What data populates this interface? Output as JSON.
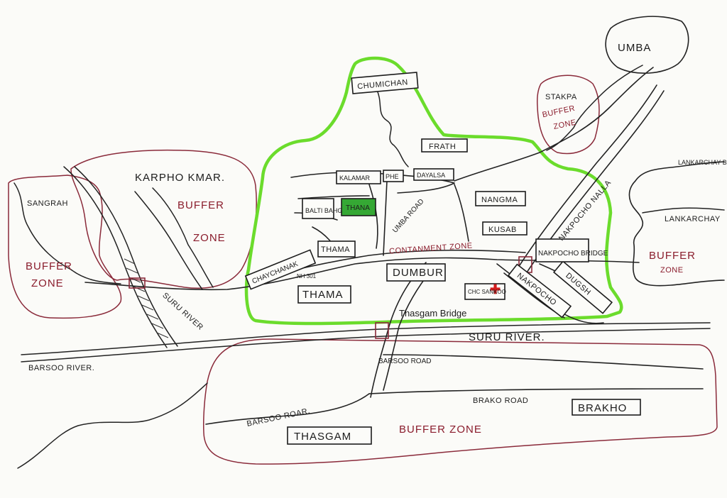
{
  "zones": {
    "containment": "CONTANMENT ZONE",
    "buffer_left_a": "BUFFER",
    "buffer_left_b": "ZONE",
    "buffer_karpho_a": "BUFFER",
    "buffer_karpho_b": "ZONE",
    "buffer_stakpa_a": "BUFFER",
    "buffer_stakpa_b": "ZONE",
    "buffer_right_a": "BUFFER",
    "buffer_right_b": "ZONE",
    "buffer_south": "BUFFER ZONE"
  },
  "places": {
    "umba": "UMBA",
    "stakpa": "STAKPA",
    "lankarchay_top": "LANKARCHAY BROK",
    "lankarchay": "LANKARCHAY",
    "sangrah": "SANGRAH",
    "karpho_kmar": "KARPHO KMAR.",
    "chumichan": "CHUMICHAN",
    "frath": "FRATH",
    "kalamar": "KALAMAR",
    "phe": "PHE",
    "dayalsa": "DAYALSA",
    "balti_bahg": "BALTI BAHG",
    "thana": "THANA",
    "nangma": "NANGMA",
    "kusab": "KUSAB",
    "chaychanak": "CHAYCHANAK",
    "thama_1": "THAMA",
    "thama_2": "THAMA",
    "dumbur": "DUMBUR",
    "chc_sankoo": "CHC SANKOO",
    "nakpocho": "NAKPOCHO",
    "dugsh": "DUGSH",
    "nakpocho_bridge": "NAKPOCHO BRIDGE",
    "brakho": "BRAKHO",
    "thasgam": "THASGAM"
  },
  "roads": {
    "umba_road": "UMBA ROAD",
    "nakpocho_nalla": "NAKPOCHO NALLA",
    "nh": "NH 301",
    "thasgam_bridge": "Thasgam Bridge",
    "barsoo_road_north": "BARSOO ROAD",
    "barsoo_road_south": "BARSOO ROAR.",
    "brako_road": "BRAKO ROAD"
  },
  "rivers": {
    "suru_river": "SURU RIVER.",
    "suru_river_diag": "SURU RIVER",
    "barsoo_river": "BARSOO RIVER."
  },
  "colors": {
    "containment_outline": "#6bdc2c",
    "buffer_outline": "#8a2a3a",
    "buffer_text": "#8a1c2c",
    "thana_fill": "#35a834",
    "chc_cross": "#d21d1d",
    "ink": "#1c1c1c"
  }
}
